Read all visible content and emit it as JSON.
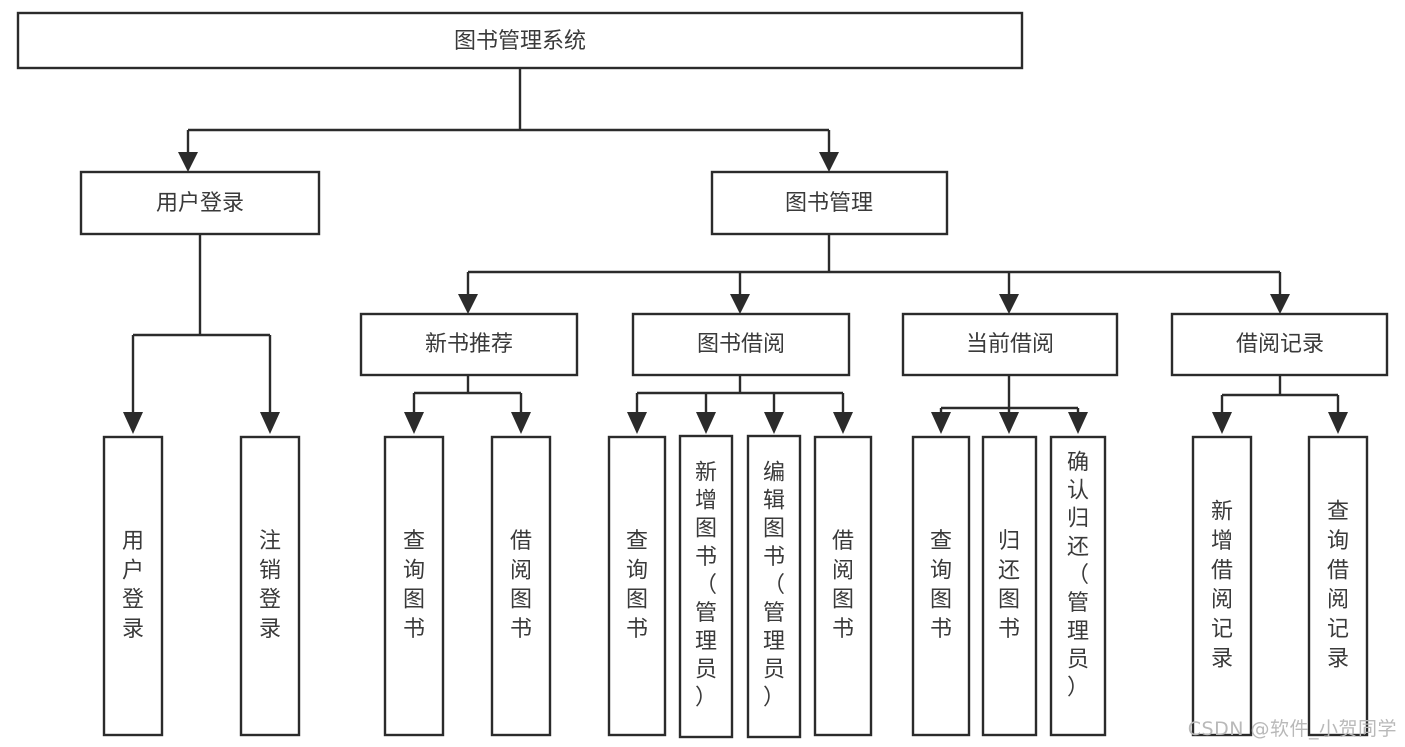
{
  "diagram": {
    "title": "图书管理系统",
    "watermark": "CSDN @软件_小贺同学",
    "accent_color": "#2b2b2b",
    "text_color": "#3a3a3a",
    "background_color": "#ffffff",
    "root": {
      "label": "图书管理系统"
    },
    "level2": [
      {
        "label": "用户登录"
      },
      {
        "label": "图书管理"
      }
    ],
    "level3": [
      {
        "label": "新书推荐"
      },
      {
        "label": "图书借阅"
      },
      {
        "label": "当前借阅"
      },
      {
        "label": "借阅记录"
      }
    ],
    "leaves": {
      "user_login": [
        {
          "label": "用户登录"
        },
        {
          "label": "注销登录"
        }
      ],
      "new_book_recommend": [
        {
          "label": "查询图书"
        },
        {
          "label": "借阅图书"
        }
      ],
      "book_borrow": [
        {
          "label": "查询图书"
        },
        {
          "label": "新增图书（管理员）"
        },
        {
          "label": "编辑图书（管理员）"
        },
        {
          "label": "借阅图书"
        }
      ],
      "current_borrow": [
        {
          "label": "查询图书"
        },
        {
          "label": "归还图书"
        },
        {
          "label": "确认归还（管理员）"
        }
      ],
      "borrow_record": [
        {
          "label": "新增借阅记录"
        },
        {
          "label": "查询借阅记录"
        }
      ]
    }
  }
}
